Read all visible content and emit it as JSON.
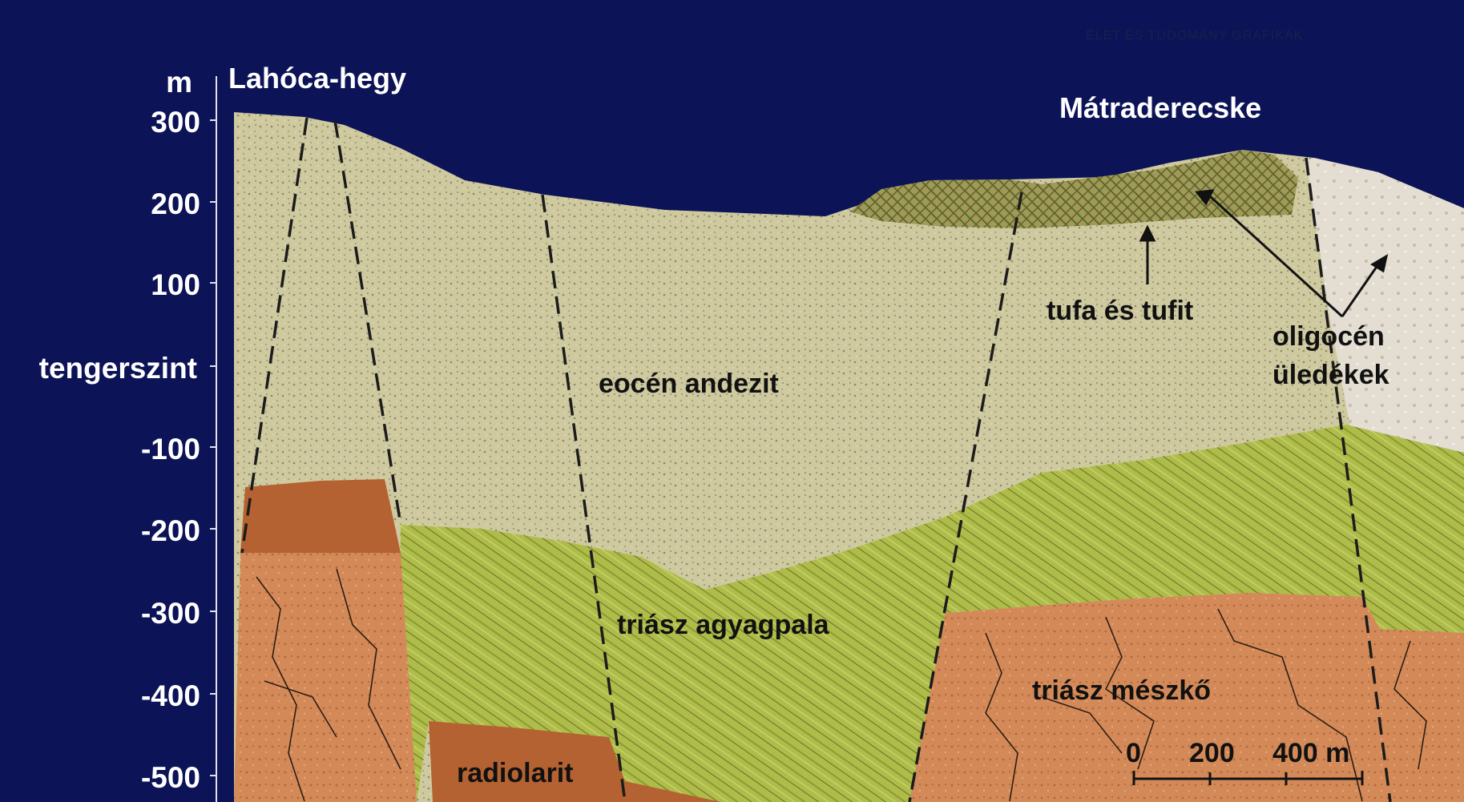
{
  "credit": "ÉLET ÉS TUDOMÁNY GRAFIKÁK",
  "axis": {
    "unit": "m",
    "ticks": [
      "300",
      "200",
      "100",
      "tengerszint",
      "-100",
      "-200",
      "-300",
      "-400",
      "-500"
    ]
  },
  "places": {
    "left": "Lahóca-hegy",
    "right": "Mátraderecske"
  },
  "layers": {
    "andesite": "eocén andezit",
    "tuff": "tufa és tufit",
    "oligocene_1": "oligocén",
    "oligocene_2": "üledékek",
    "shale": "triász agyagpala",
    "limestone": "triász mészkő",
    "radiolarite": "radiolarit"
  },
  "scale_bar": {
    "v0": "0",
    "v1": "200",
    "v2": "400 m"
  },
  "colors": {
    "sky": "#0c1457",
    "andesite": "#cfc9a0",
    "tuff": "#9e9a58",
    "oligocene": "#e3ddd2",
    "shale": "#aebc4a",
    "limestone": "#d48a58",
    "radiolarite": "#b56232"
  }
}
